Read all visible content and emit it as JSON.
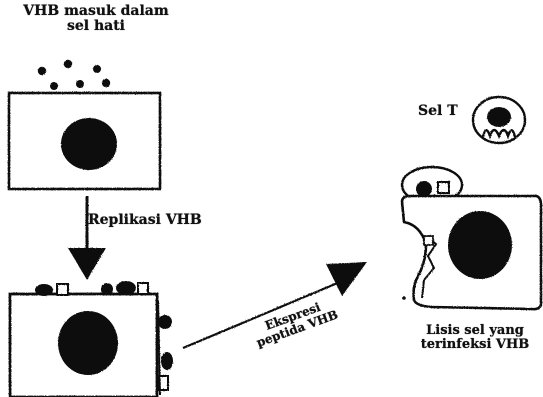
{
  "labels": {
    "entry_line1": "VHB masuk dalam",
    "entry_line2": "sel hati",
    "replication": "Replikasi VHB",
    "t_cell": "Sel T",
    "expression_line1": "Ekspresi",
    "expression_line2": "peptida VHB",
    "lysis_line1": "Lisis sel yang",
    "lysis_line2": "terinfeksi VHB"
  },
  "colors": {
    "ink": "#111111",
    "background": "#ffffff"
  }
}
